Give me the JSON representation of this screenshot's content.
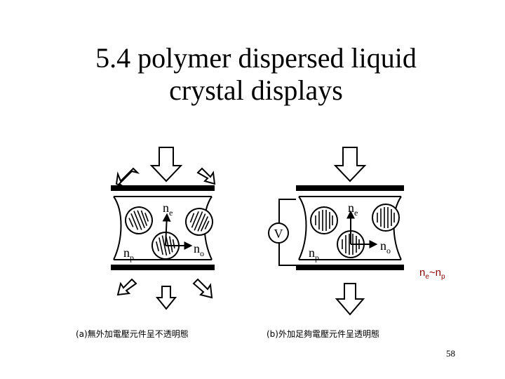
{
  "title": {
    "line1": "5.4 polymer dispersed liquid",
    "line2": "crystal displays"
  },
  "diagram": {
    "left_panel": {
      "caption": "(a)無外加電壓元件呈不透明態",
      "label_ne": "n",
      "label_ne_sub": "e",
      "label_np": "n",
      "label_np_sub": "p",
      "label_no": "n",
      "label_no_sub": "o"
    },
    "right_panel": {
      "caption": "(b)外加足夠電壓元件呈透明態",
      "voltage_label": "V",
      "label_ne": "n",
      "label_ne_sub": "e",
      "label_np": "n",
      "label_np_sub": "p",
      "label_no": "n",
      "label_no_sub": "o"
    }
  },
  "annotation": {
    "n1": "n",
    "sub1": "e",
    "tilde": "~n",
    "sub2": "p",
    "color": "#8b0000"
  },
  "page_number": "58"
}
